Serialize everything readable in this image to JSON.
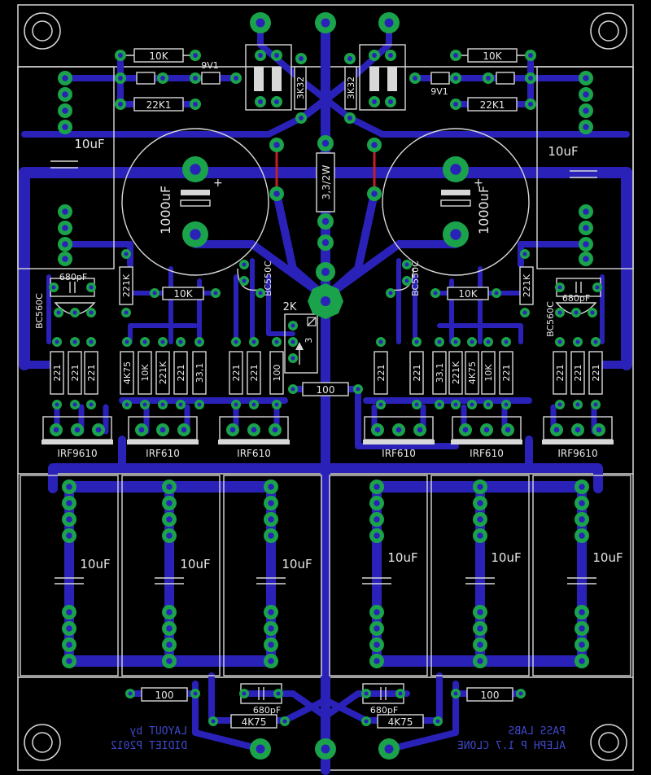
{
  "colors": {
    "board": "#000000",
    "copper": "#2a22b8",
    "pad": "#1aa34a",
    "silk": "#d8d8d8",
    "jumper": "#c0202a",
    "mirror_text": "#3f48c8"
  },
  "labels": {
    "r10k_tl": "10K",
    "r22k1_tl": "22K1",
    "zener_l": "9V1",
    "r10k_tr": "10K",
    "r22k1_tr": "22K1",
    "zener_r": "9V1",
    "r3k32_l": "3K32",
    "r3k32_r": "3K32",
    "cap_tl": "10uF",
    "cap_tr": "10uF",
    "elcap_l": "1000uF",
    "elcap_r": "1000uF",
    "r_power": "3,3/2W",
    "bc560_l": "BC560C",
    "bc560_r": "BC560C",
    "bc550_l": "BC550C",
    "bc550_r": "BC550C",
    "cap680_tl": "680pF",
    "cap680_tr": "680pF",
    "r221k_l": "221K",
    "r221k_r": "221K",
    "r10k_ml": "10K",
    "r10k_mr": "10K",
    "pot": "2K",
    "pot_pin": "3",
    "r100_mid": "100",
    "row_left": [
      "221",
      "221",
      "221",
      "4K75",
      "10K",
      "221K",
      "221",
      "33,1",
      "221",
      "221",
      "100"
    ],
    "row_right": [
      "221",
      "221",
      "33,1",
      "221K",
      "4K75",
      "10K",
      "221",
      "221",
      "221",
      "221"
    ],
    "mos": [
      "IRF9610",
      "IRF610",
      "IRF610",
      "IRF610",
      "IRF610",
      "IRF9610"
    ],
    "bottom_caps": [
      "10uF",
      "10uF",
      "10uF",
      "10uF",
      "10uF",
      "10uF"
    ],
    "r100_bl": "100",
    "r100_br": "100",
    "cap680_bl": "680pF",
    "cap680_br": "680pF",
    "r4k75_bl": "4K75",
    "r4k75_br": "4K75",
    "credit_left": [
      "LAYOUT by",
      "DIDIET P2012"
    ],
    "credit_right": [
      "PASS LABS",
      "ALEPH P 1.7 CLONE"
    ]
  }
}
